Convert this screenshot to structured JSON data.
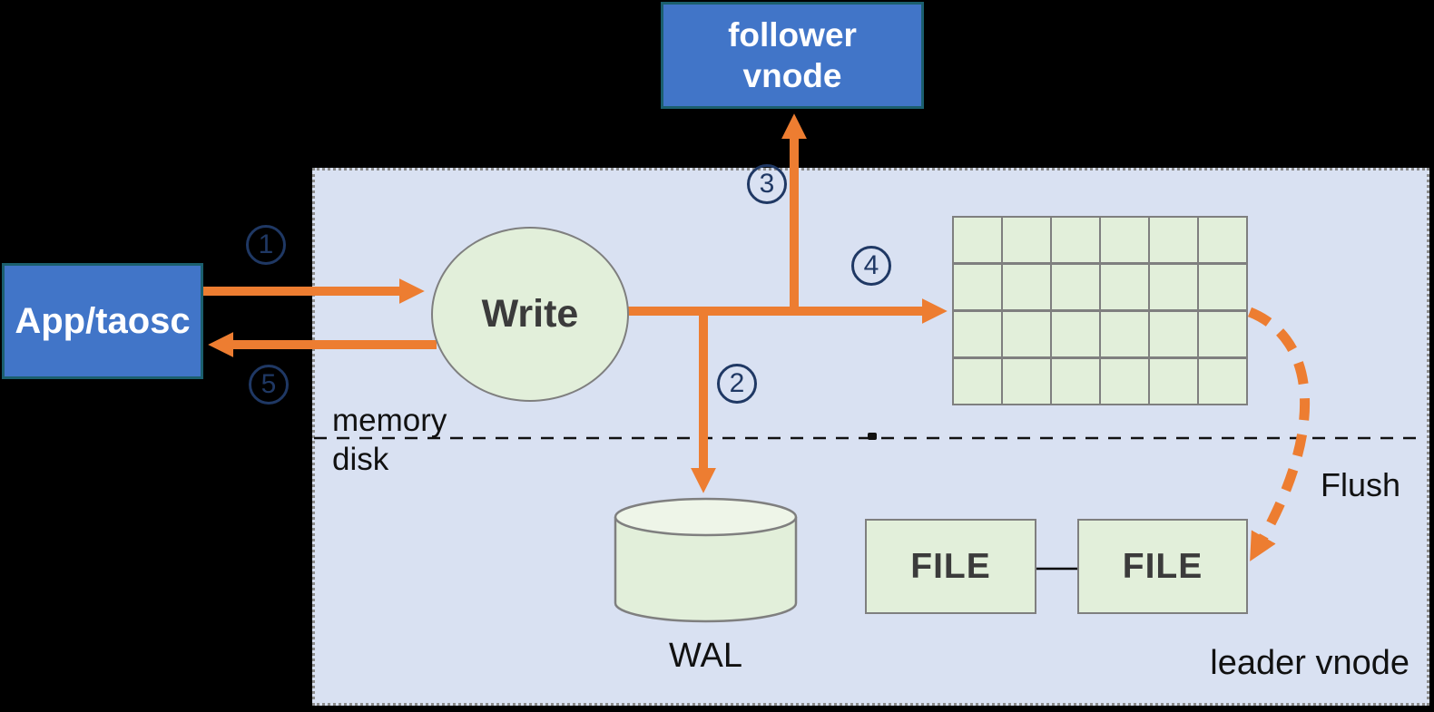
{
  "diagram": {
    "app_node": "App/taosc",
    "follower_node": {
      "line1": "follower",
      "line2": "vnode"
    },
    "write_node": "Write",
    "wal_node": "WAL",
    "file_nodes": [
      "FILE",
      "FILE"
    ],
    "leader_region_label": "leader vnode",
    "memory_label": "memory",
    "disk_label": "disk",
    "flush_label": "Flush",
    "steps": [
      "1",
      "2",
      "3",
      "4",
      "5"
    ],
    "memtable": {
      "rows": 4,
      "cols": 6
    }
  },
  "colors": {
    "background": "#000000",
    "region_fill": "#d9e1f2",
    "region_border": "#8c8c8c",
    "node_blue": "#4175c8",
    "node_blue_border": "#1b5f6e",
    "node_green": "#e2efda",
    "node_green_light": "#eef5e8",
    "node_border_gray": "#7f7f7f",
    "arrow_orange": "#ed7d31",
    "step_navy": "#1f3864",
    "text_dark": "#3b3b3b",
    "text_black": "#111111"
  }
}
